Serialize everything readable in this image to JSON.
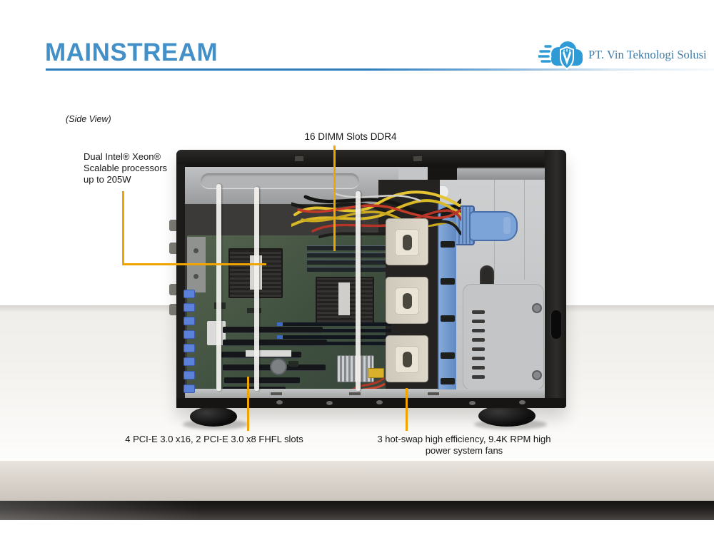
{
  "slide": {
    "title": "MAINSTREAM",
    "logo": {
      "company": "PT. Vin Teknologi Solusi",
      "icon": "cloud-speed-v-shield"
    },
    "view_label": "(Side View)",
    "callouts": {
      "dimm": {
        "text": "16 DIMM Slots DDR4"
      },
      "cpu": {
        "lines": [
          "Dual Intel® Xeon®",
          "Scalable processors",
          "up to 205W"
        ]
      },
      "pcie": {
        "text": "4 PCI-E 3.0 x16, 2 PCI-E 3.0 x8 FHFL slots"
      },
      "fans": {
        "lines": [
          "3 hot-swap high efficiency, 9.4K RPM high",
          "power system fans"
        ]
      }
    },
    "colors": {
      "title_blue": "#4390C8",
      "underline_blue": "#2C7CBE",
      "logo_blue": "#2E9BD6",
      "logo_text_blue": "#3F7BA7",
      "leader_yellow": "#EFA400",
      "surface_beige": "#CCC5BE",
      "footer_bar": "#2B2724"
    }
  }
}
